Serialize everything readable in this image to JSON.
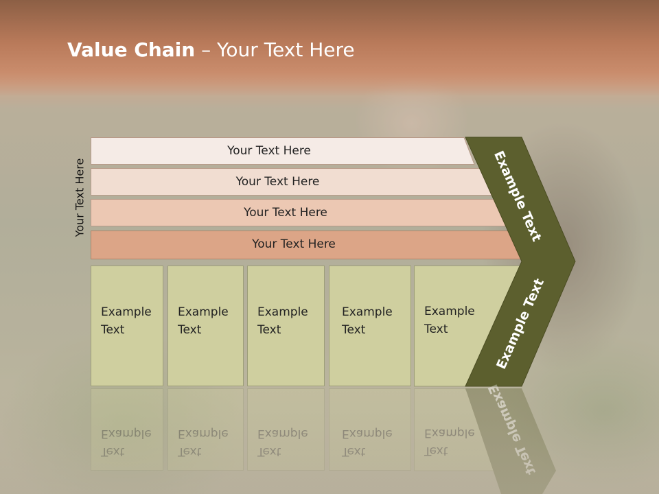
{
  "title": {
    "bold": "Value Chain",
    "rest": " – Your Text Here"
  },
  "side_label": "Your Text Here",
  "rows": [
    {
      "label": "Your Text Here",
      "color": "#f5ebe6"
    },
    {
      "label": "Your Text Here",
      "color": "#f1ddd1"
    },
    {
      "label": "Your Text Here",
      "color": "#ecc8b3"
    },
    {
      "label": "Your Text Here",
      "color": "#dca587"
    }
  ],
  "boxes": [
    {
      "line1": "Example",
      "line2": "Text"
    },
    {
      "line1": "Example",
      "line2": "Text"
    },
    {
      "line1": "Example",
      "line2": "Text"
    },
    {
      "line1": "Example",
      "line2": "Text"
    },
    {
      "line1": "Example",
      "line2": "Text"
    }
  ],
  "chevron": {
    "upper_text": "Example Text",
    "lower_text": "Example Text",
    "color": "#5c5f2e"
  },
  "colors": {
    "box_fill": "#cfcf9f",
    "box_border": "#9d9e78"
  }
}
